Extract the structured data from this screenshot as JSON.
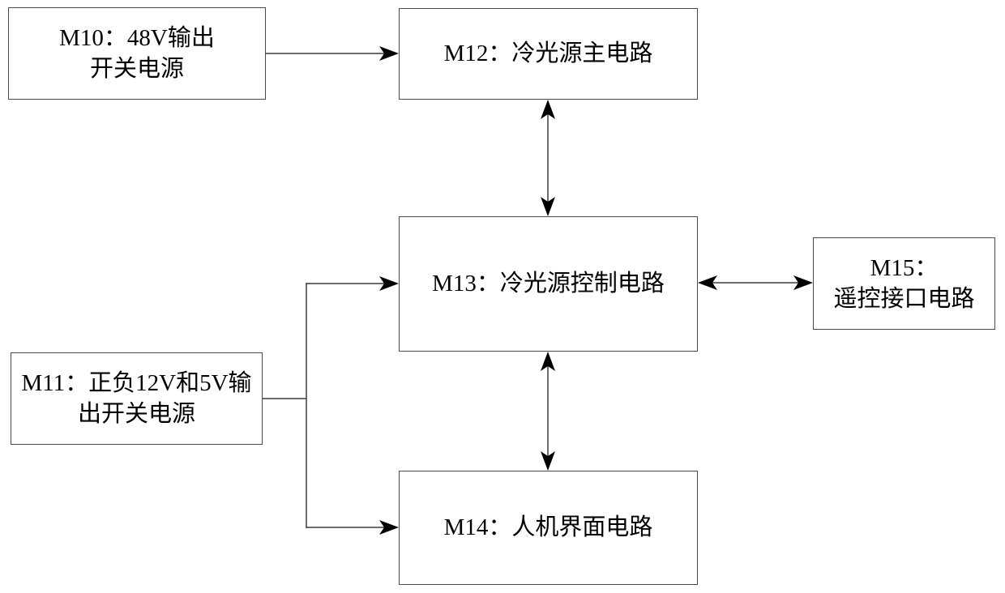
{
  "diagram": {
    "background": "#ffffff",
    "colors": {
      "box_border": "#4a4a4a",
      "connector_line": "#3c3c3c",
      "arrowhead": "#000000",
      "text": "#000000"
    },
    "nodes": {
      "m10": {
        "id": "M10",
        "lines": [
          "M10：48V输出",
          "开关电源"
        ]
      },
      "m11": {
        "id": "M11",
        "lines": [
          "M11：正负12V和5V输",
          "出开关电源"
        ]
      },
      "m12": {
        "id": "M12",
        "lines": [
          "M12：冷光源主电路"
        ]
      },
      "m13": {
        "id": "M13",
        "lines": [
          "M13：冷光源控制电路"
        ]
      },
      "m14": {
        "id": "M14",
        "lines": [
          "M14：人机界面电路"
        ]
      },
      "m15": {
        "id": "M15",
        "lines": [
          "M15：",
          "遥控接口电路"
        ]
      }
    },
    "edges": [
      {
        "from": "M10",
        "to": "M12",
        "style": "single-arrow"
      },
      {
        "from": "M12",
        "to": "M13",
        "style": "double-arrow"
      },
      {
        "from": "M13",
        "to": "M15",
        "style": "double-arrow"
      },
      {
        "from": "M13",
        "to": "M14",
        "style": "double-arrow"
      },
      {
        "from": "M11",
        "to": "M13",
        "style": "single-arrow"
      },
      {
        "from": "M11",
        "to": "M14",
        "style": "single-arrow"
      }
    ]
  }
}
